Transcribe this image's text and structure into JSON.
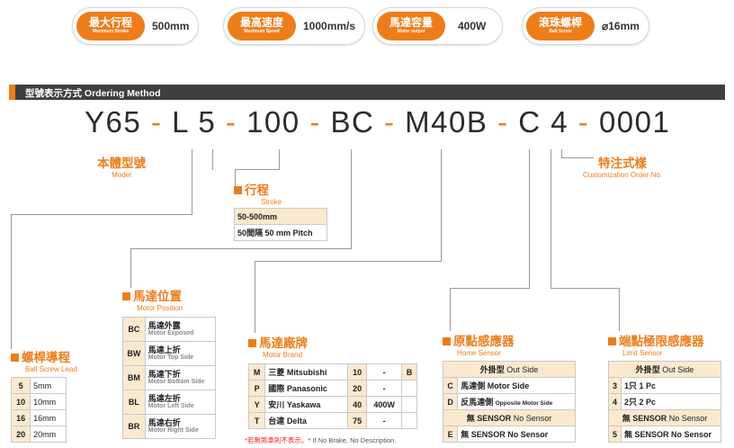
{
  "specs": [
    {
      "zh": "最大行程",
      "en": "Maximum Stroke",
      "value": "500mm"
    },
    {
      "zh": "最高速度",
      "en": "Maximum Speed",
      "value": "1000mm/s"
    },
    {
      "zh": "馬達容量",
      "en": "Motor output",
      "value": "400W"
    },
    {
      "zh": "滾珠螺桿",
      "en": "Ball Screw",
      "value": "⌀16mm"
    }
  ],
  "header": {
    "title": "型號表示方式 Ordering Method"
  },
  "code": {
    "p1": "Y65",
    "p2": "L",
    "p3": "5",
    "p4": "100",
    "p5": "BC",
    "p6": "M40B",
    "p7": "C",
    "p8": "4",
    "p9": "0001",
    "dash": "-"
  },
  "model": {
    "zh": "本體型號",
    "en": "Model"
  },
  "custom": {
    "zh": "特注式樣",
    "en": "Customization Order No."
  },
  "stroke": {
    "zh": "行程",
    "en": "Stroke",
    "row1": "50-500mm",
    "row2_zh": "50間隔",
    "row2_en": "50 mm Pitch"
  },
  "lead": {
    "zh": "螺桿導程",
    "en": "Ball Screw Lead",
    "rows": [
      [
        "5",
        "5mm"
      ],
      [
        "10",
        "10mm"
      ],
      [
        "16",
        "16mm"
      ],
      [
        "20",
        "20mm"
      ]
    ]
  },
  "position": {
    "zh": "馬達位置",
    "en": "Motor Position",
    "rows": [
      [
        "BC",
        "馬達外露",
        "Motor Exposed"
      ],
      [
        "BW",
        "馬達上折",
        "Motor Top Side"
      ],
      [
        "BM",
        "馬達下折",
        "Motor Bottom Side"
      ],
      [
        "BL",
        "馬達左折",
        "Motor Left Side"
      ],
      [
        "BR",
        "馬達右折",
        "Motor Right Side"
      ]
    ]
  },
  "brand": {
    "zh": "馬達廠牌",
    "en": "Motor Brand",
    "rows": [
      [
        "M",
        "三菱",
        "Mitsubishi",
        "10",
        "-",
        "B"
      ],
      [
        "P",
        "國際",
        "Panasonic",
        "20",
        "-",
        ""
      ],
      [
        "Y",
        "安川",
        "Yaskawa",
        "40",
        "400W",
        ""
      ],
      [
        "T",
        "台達",
        "Delta",
        "75",
        "-",
        ""
      ]
    ],
    "note": "*若無煞車則不表示。",
    "note_en": "* If No Brake, No Description."
  },
  "home": {
    "zh": "原點感應器",
    "en": "Home Sensor",
    "head_zh": "外掛型",
    "head_en": "Out Side",
    "rows": [
      [
        "C",
        "馬達側",
        "Motor Side"
      ],
      [
        "D",
        "反馬達側",
        "Opposite Motor Side"
      ],
      [
        "",
        "無 SENSOR",
        "No Sensor"
      ],
      [
        "E",
        "無 SENSOR",
        "No Sensor"
      ]
    ]
  },
  "limit": {
    "zh": "端點極限感應器",
    "en": "Limit Sensor",
    "head_zh": "外掛型",
    "head_en": "Out Side",
    "rows": [
      [
        "3",
        "1只",
        "1 Pc"
      ],
      [
        "4",
        "2只",
        "2 Pc"
      ],
      [
        "",
        "無 SENSOR",
        "No Sensor"
      ],
      [
        "5",
        "無 SENSOR",
        "No Sensor"
      ]
    ]
  }
}
